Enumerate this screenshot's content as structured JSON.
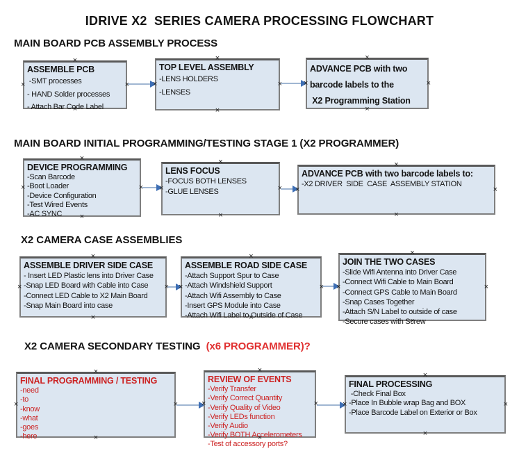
{
  "title": "IDRIVE X2  SERIES CAMERA PROCESSING FLOWCHART",
  "icons": {
    "connection_handle_glyph": "×"
  },
  "colors": {
    "box_fill": "#dce6f1",
    "box_border": "#7f7f7f",
    "box_border_top": "#595959",
    "arrow_line": "#a0b6d2",
    "arrow_head": "#3d6eb4",
    "red_text": "#cc2222",
    "heading_red": "#e03030",
    "black_text": "#141414"
  },
  "sections": [
    {
      "heading": "MAIN BOARD PCB ASSEMBLY PROCESS",
      "heading_red": "",
      "boxes": [
        {
          "title": "ASSEMBLE PCB",
          "items": [
            " -SMT processes",
            "- HAND Solder processes",
            "- Attach Bar Code Label"
          ]
        },
        {
          "title": "TOP LEVEL ASSEMBLY",
          "items": [
            "-LENS HOLDERS",
            "-LENSES"
          ]
        },
        {
          "title": "ADVANCE PCB with two\nbarcode labels to the\n X2 Programming Station",
          "items": []
        }
      ]
    },
    {
      "heading": "MAIN BOARD INITIAL PROGRAMMING/TESTING STAGE 1 (X2 PROGRAMMER)",
      "heading_red": "",
      "boxes": [
        {
          "title": "DEVICE PROGRAMMING",
          "items": [
            "-Scan Barcode",
            "-Boot Loader",
            "-Device Configuration",
            "-Test Wired Events",
            "-AC SYNC"
          ]
        },
        {
          "title": "LENS FOCUS",
          "items": [
            "-FOCUS BOTH LENSES",
            "-GLUE LENSES"
          ]
        },
        {
          "title": "ADVANCE PCB with two barcode labels to:",
          "items": [
            "-X2 DRIVER  SIDE  CASE  ASSEMBLY STATION"
          ]
        }
      ]
    },
    {
      "heading": "X2 CAMERA CASE ASSEMBLIES",
      "heading_red": "",
      "boxes": [
        {
          "title": "ASSEMBLE DRIVER SIDE CASE",
          "items": [
            "- Insert LED Plastic lens into Driver Case",
            "-Snap LED Board with Cable into Case",
            "-Connect LED Cable to X2 Main Board",
            "-Snap Main Board into case"
          ]
        },
        {
          "title": "ASSEMBLE ROAD SIDE CASE",
          "items": [
            "-Attach Support Spur to Case",
            "-Attach Windshield Support",
            "-Attach Wifi Assembly to Case",
            "-Insert GPS Module into Case",
            "-Attach Wifi Label to Outside of Case"
          ]
        },
        {
          "title": "JOIN THE TWO CASES",
          "items": [
            "-Slide Wifi Antenna into Driver Case",
            "-Connect Wifi Cable to Main Board",
            "-Connect GPS Cable to Main Board",
            "-Snap Cases Together",
            "-Attach S/N Label to outside of case",
            "-Secure cases with Screw"
          ]
        }
      ]
    },
    {
      "heading": "X2 CAMERA SECONDARY TESTING  ",
      "heading_red": "(x6 PROGRAMMER)?",
      "boxes": [
        {
          "title": "FINAL PROGRAMMING / TESTING",
          "items": [
            "-need",
            "-to",
            "-know",
            "-what",
            "-goes",
            "-here"
          ]
        },
        {
          "title": "REVIEW OF EVENTS",
          "items": [
            "-Verify Transfer",
            "-Verify Correct Quantity",
            "-Verify Quality of Video",
            "-Verify LEDs function",
            "-Verify Audio",
            "-Verify BOTH Accelerometers",
            "-Test of accessory ports?"
          ]
        },
        {
          "title": "FINAL PROCESSING",
          "items": [
            " -Check Final Box",
            "-Place In Bubble wrap Bag and BOX",
            "-Place Barcode Label on Exterior or Box"
          ]
        }
      ]
    }
  ]
}
